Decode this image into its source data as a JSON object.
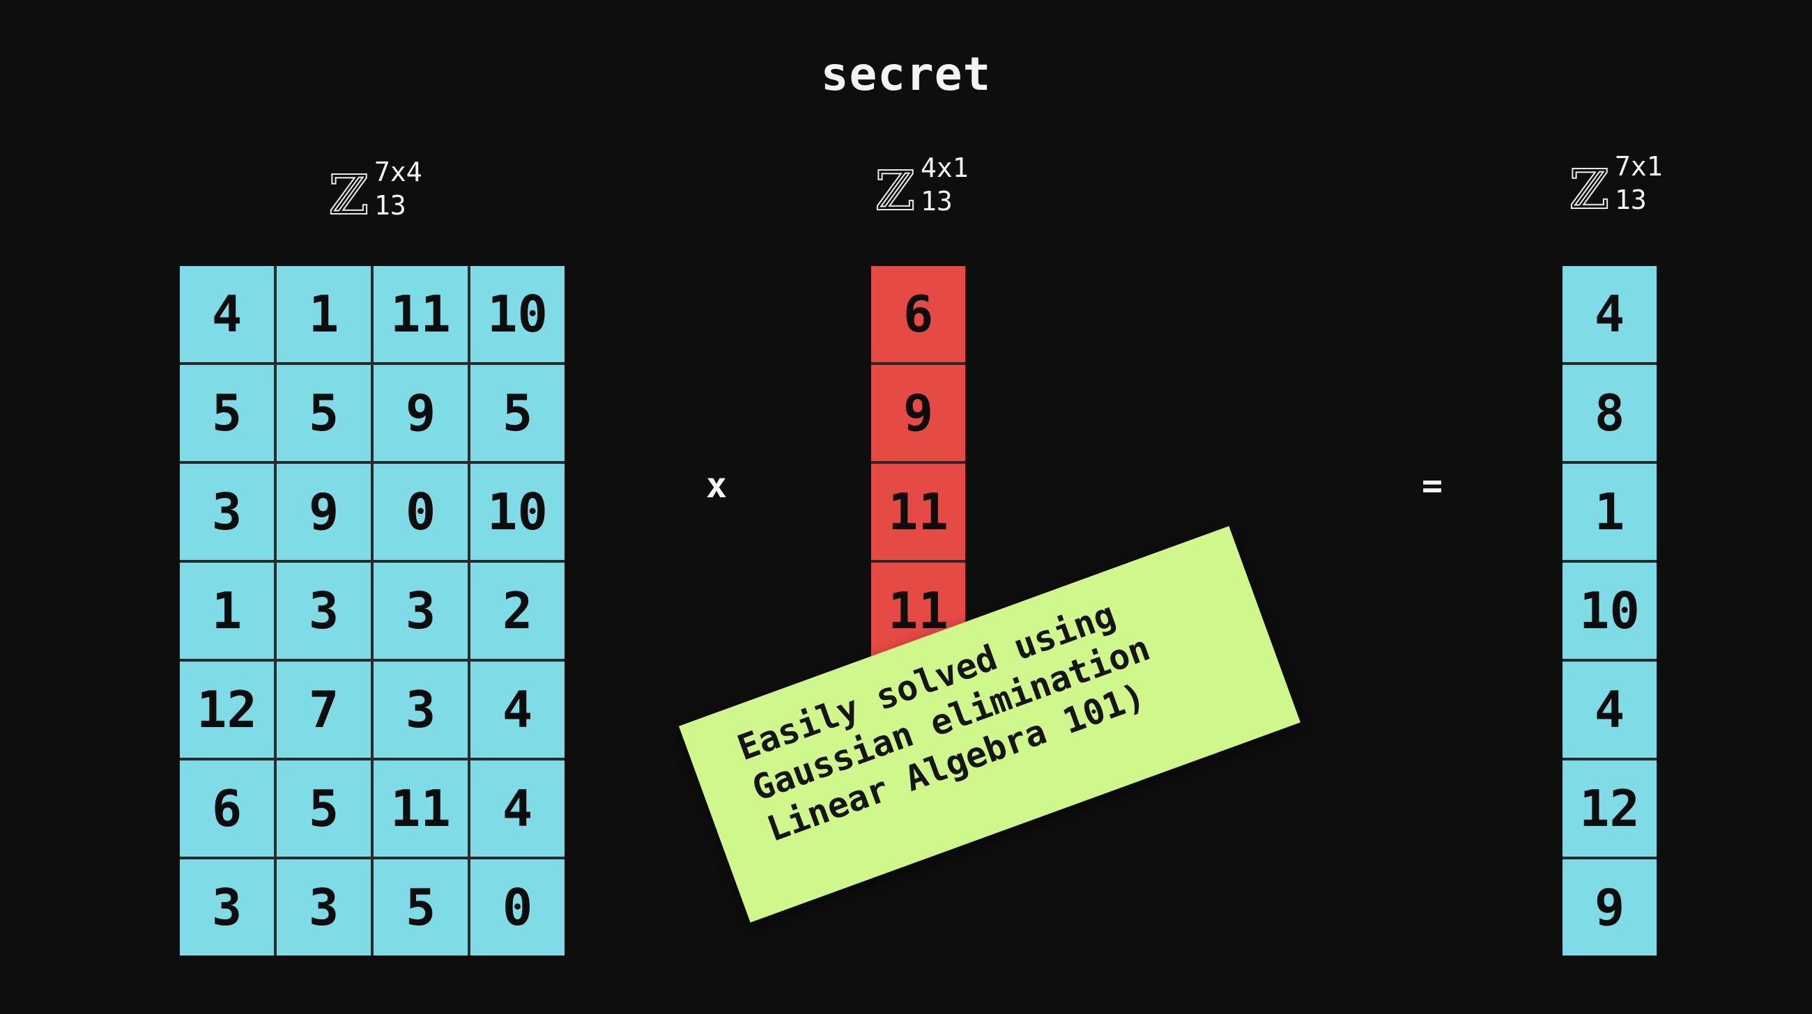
{
  "title": "secret",
  "operators": {
    "times": "x",
    "equals": "="
  },
  "labels": {
    "matrix_a": {
      "set": "ℤ",
      "dims": "7x4",
      "mod": "13"
    },
    "vector_s": {
      "set": "ℤ",
      "dims": "4x1",
      "mod": "13"
    },
    "vector_b": {
      "set": "ℤ",
      "dims": "7x1",
      "mod": "13"
    }
  },
  "matrix_a": [
    [
      4,
      1,
      11,
      10
    ],
    [
      5,
      5,
      9,
      5
    ],
    [
      3,
      9,
      0,
      10
    ],
    [
      1,
      3,
      3,
      2
    ],
    [
      12,
      7,
      3,
      4
    ],
    [
      6,
      5,
      11,
      4
    ],
    [
      3,
      3,
      5,
      0
    ]
  ],
  "vector_s": [
    6,
    9,
    11,
    11
  ],
  "vector_b": [
    4,
    8,
    1,
    10,
    4,
    12,
    9
  ],
  "note": {
    "line1": "Easily solved using",
    "line2": "Gaussian elimination",
    "line3": "Linear Algebra 101)"
  },
  "colors": {
    "public": "#7fdbe5",
    "secret": "#e54a45",
    "note": "#cff78c",
    "background": "#0e0e0e"
  }
}
